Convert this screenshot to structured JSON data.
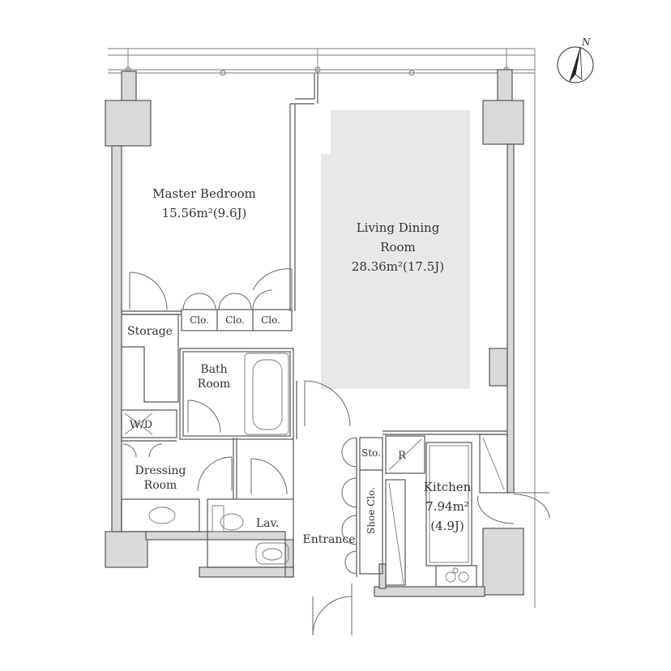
{
  "compass": {
    "label": "N"
  },
  "rooms": {
    "master_bedroom": {
      "name": "Master Bedroom",
      "area": "15.56m²(9.6J)"
    },
    "living_dining": {
      "name_line1": "Living Dining",
      "name_line2": "Room",
      "area": "28.36m²(17.5J)"
    },
    "storage": {
      "name": "Storage"
    },
    "closets": [
      "Clo.",
      "Clo.",
      "Clo."
    ],
    "bath": {
      "name_line1": "Bath",
      "name_line2": "Room"
    },
    "wd": {
      "name": "W/D"
    },
    "dressing": {
      "name_line1": "Dressing",
      "name_line2": "Room"
    },
    "lav": {
      "name": "Lav."
    },
    "entrance": {
      "name": "Entrance"
    },
    "sto": {
      "name": "Sto."
    },
    "shoe_clo": {
      "name": "Shoe Clo."
    },
    "refrigerator": {
      "name": "R"
    },
    "kitchen": {
      "name": "Kitchen",
      "area_line1": "7.94m²",
      "area_line2": "(4.9J)"
    }
  }
}
